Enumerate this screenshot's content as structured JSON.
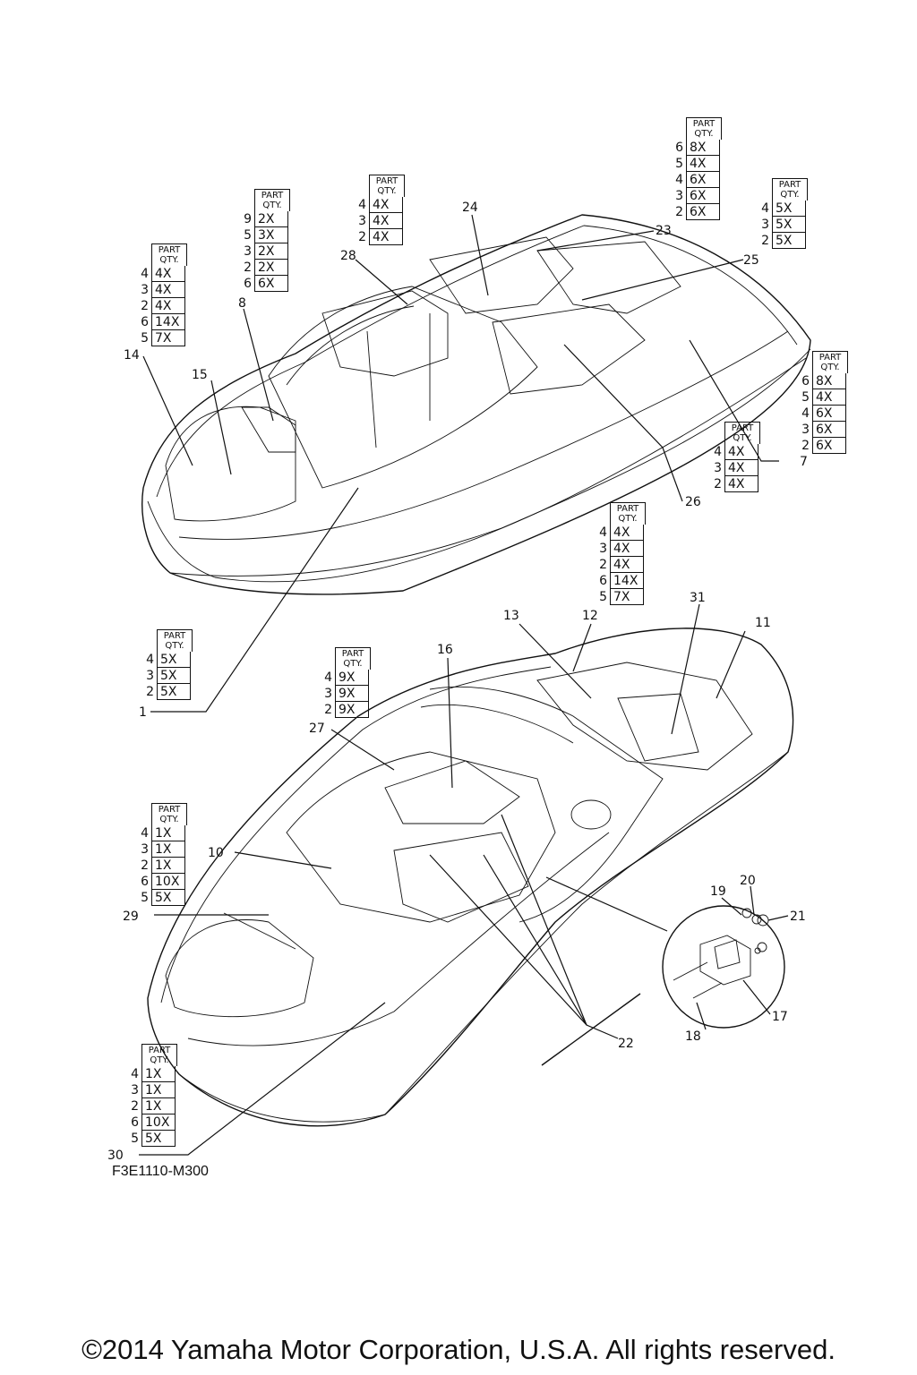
{
  "figure_code": "F3E1110-M300",
  "copyright": "©2014 Yamaha Motor Corporation, U.S.A. All rights reserved.",
  "qty_header_line1": "PART",
  "qty_header_line2": "QTY.",
  "callouts": [
    "1",
    "7",
    "8",
    "10",
    "11",
    "12",
    "13",
    "14",
    "15",
    "16",
    "17",
    "18",
    "19",
    "20",
    "21",
    "22",
    "23",
    "24",
    "25",
    "26",
    "27",
    "28",
    "29",
    "30",
    "31"
  ],
  "qty_tables": [
    {
      "id": "t14",
      "rows": [
        {
          "v": "4",
          "q": "4X"
        },
        {
          "v": "3",
          "q": "4X"
        },
        {
          "v": "2",
          "q": "4X"
        },
        {
          "v": "6",
          "q": "14X"
        },
        {
          "v": "5",
          "q": "7X"
        }
      ]
    },
    {
      "id": "t8",
      "rows": [
        {
          "v": "9",
          "q": "2X"
        },
        {
          "v": "5",
          "q": "3X"
        },
        {
          "v": "3",
          "q": "2X"
        },
        {
          "v": "2",
          "q": "2X"
        },
        {
          "v": "6",
          "q": "6X"
        }
      ]
    },
    {
      "id": "t28",
      "rows": [
        {
          "v": "4",
          "q": "4X"
        },
        {
          "v": "3",
          "q": "4X"
        },
        {
          "v": "2",
          "q": "4X"
        }
      ]
    },
    {
      "id": "t23",
      "rows": [
        {
          "v": "6",
          "q": "8X"
        },
        {
          "v": "5",
          "q": "4X"
        },
        {
          "v": "4",
          "q": "6X"
        },
        {
          "v": "3",
          "q": "6X"
        },
        {
          "v": "2",
          "q": "6X"
        }
      ]
    },
    {
      "id": "t25",
      "rows": [
        {
          "v": "4",
          "q": "5X"
        },
        {
          "v": "3",
          "q": "5X"
        },
        {
          "v": "2",
          "q": "5X"
        }
      ]
    },
    {
      "id": "t7",
      "rows": [
        {
          "v": "6",
          "q": "8X"
        },
        {
          "v": "5",
          "q": "4X"
        },
        {
          "v": "4",
          "q": "6X"
        },
        {
          "v": "3",
          "q": "6X"
        },
        {
          "v": "2",
          "q": "6X"
        }
      ]
    },
    {
      "id": "t26",
      "rows": [
        {
          "v": "4",
          "q": "4X"
        },
        {
          "v": "3",
          "q": "4X"
        },
        {
          "v": "2",
          "q": "4X"
        }
      ]
    },
    {
      "id": "t12",
      "rows": [
        {
          "v": "4",
          "q": "4X"
        },
        {
          "v": "3",
          "q": "4X"
        },
        {
          "v": "2",
          "q": "4X"
        },
        {
          "v": "6",
          "q": "14X"
        },
        {
          "v": "5",
          "q": "7X"
        }
      ]
    },
    {
      "id": "t1",
      "rows": [
        {
          "v": "4",
          "q": "5X"
        },
        {
          "v": "3",
          "q": "5X"
        },
        {
          "v": "2",
          "q": "5X"
        }
      ]
    },
    {
      "id": "t27",
      "rows": [
        {
          "v": "4",
          "q": "9X"
        },
        {
          "v": "3",
          "q": "9X"
        },
        {
          "v": "2",
          "q": "9X"
        }
      ]
    },
    {
      "id": "t29",
      "rows": [
        {
          "v": "4",
          "q": "1X"
        },
        {
          "v": "3",
          "q": "1X"
        },
        {
          "v": "2",
          "q": "1X"
        },
        {
          "v": "6",
          "q": "10X"
        },
        {
          "v": "5",
          "q": "5X"
        }
      ]
    },
    {
      "id": "t30",
      "rows": [
        {
          "v": "4",
          "q": "1X"
        },
        {
          "v": "3",
          "q": "1X"
        },
        {
          "v": "2",
          "q": "1X"
        },
        {
          "v": "6",
          "q": "10X"
        },
        {
          "v": "5",
          "q": "5X"
        }
      ]
    }
  ]
}
